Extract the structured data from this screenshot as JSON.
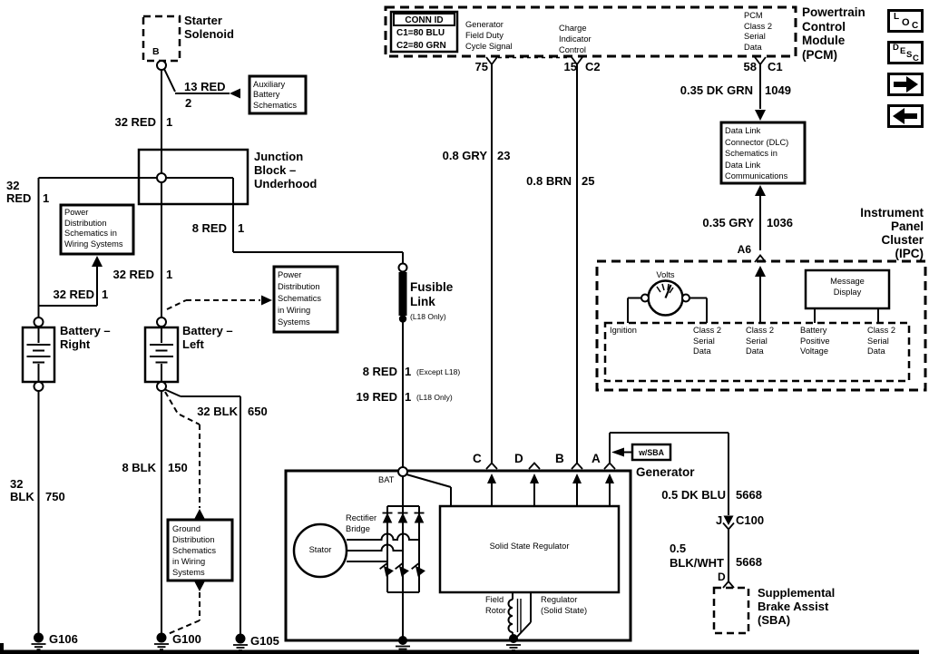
{
  "solenoid": {
    "label": "Starter\nSolenoid",
    "pin_b": "B"
  },
  "junction_block": {
    "label": "Junction\nBlock –\nUnderhood"
  },
  "batteries": {
    "right": "Battery –\nRight",
    "left": "Battery –\nLeft"
  },
  "fusible_link": {
    "label": "Fusible\nLink",
    "note": "(L18 Only)"
  },
  "grounds": {
    "g106": "G106",
    "g100": "G100",
    "g105": "G105"
  },
  "references": {
    "aux_battery": "Auxiliary\nBattery\nSchematics",
    "power_dist_a": "Power\nDistribution\nSchematics in\nWiring Systems",
    "power_dist_b": "Power\nDistribution\nSchematics\nin Wiring\nSystems",
    "ground_dist": "Ground\nDistribution\nSchematics\nin Wiring\nSystems",
    "dlc": "Data Link\nConnector (DLC)\nSchematics in\nData Link\nCommunications"
  },
  "wires": {
    "red13": {
      "label": "13 RED",
      "circuit": "2"
    },
    "red32_solenoid": {
      "label": "32 RED",
      "circuit": "1"
    },
    "red32_right": {
      "label": "32\nRED",
      "circuit": "1"
    },
    "red32_left": {
      "label": "32 RED",
      "circuit": "1"
    },
    "red32_battery": {
      "label": "32 RED",
      "circuit": "1"
    },
    "red8_junction": {
      "label": "8 RED",
      "circuit": "1"
    },
    "red8_generator": {
      "label": "8 RED",
      "circuit": "1",
      "note": "(Except L18)"
    },
    "red19": {
      "label": "19 RED",
      "circuit": "1",
      "note": "(L18 Only)"
    },
    "blk32_650": {
      "label": "32 BLK",
      "circuit": "650"
    },
    "blk8_150": {
      "label": "8 BLK",
      "circuit": "150"
    },
    "blk32_750": {
      "label": "32\nBLK",
      "circuit": "750"
    },
    "gry08": {
      "label": "0.8 GRY",
      "circuit": "23"
    },
    "brn08": {
      "label": "0.8 BRN",
      "circuit": "25"
    },
    "dkgrn035": {
      "label": "0.35 DK GRN",
      "circuit": "1049"
    },
    "gry035": {
      "label": "0.35 GRY",
      "circuit": "1036"
    },
    "dkblu05": {
      "label": "0.5 DK BLU",
      "circuit": "5668"
    },
    "blkwht05": {
      "label": "0.5\nBLK/WHT",
      "circuit": "5668"
    }
  },
  "pcm": {
    "title": "Powertrain\nControl\nModule\n(PCM)",
    "conn_id": {
      "header": "CONN ID",
      "rows": [
        "C1=80 BLU",
        "C2=80 GRN"
      ]
    },
    "signals": {
      "field_duty": "Generator\nField Duty\nCycle Signal",
      "charge_indicator": "Charge\nIndicator\nControl",
      "class2": "PCM\nClass 2\nSerial\nData"
    },
    "pins": {
      "p75": "75",
      "p15": "15",
      "c2": "C2",
      "p58": "58",
      "c1": "C1"
    }
  },
  "ipc": {
    "title": "Instrument\nPanel\nCluster\n(IPC)",
    "gauge": "Volts",
    "message_display": "Message\nDisplay",
    "pin_a6": "A6",
    "pins": [
      "Ignition",
      "Class 2\nSerial\nData",
      "Class 2\nSerial\nData",
      "Battery\nPositive\nVoltage",
      "Class 2\nSerial\nData"
    ]
  },
  "generator": {
    "title": "Generator",
    "bat": "BAT",
    "terminals": [
      "C",
      "D",
      "B",
      "A"
    ],
    "stator": "Stator",
    "rectifier_bridge": "Rectifier\nBridge",
    "solid_state_regulator": "Solid State Regulator",
    "field_rotor": "Field\nRotor",
    "regulator": "Regulator\n(Solid State)",
    "wsba": "w/SBA"
  },
  "sba": {
    "title": "Supplemental\nBrake Assist\n(SBA)",
    "pin_j": "J",
    "conn_c100": "C100",
    "pin_d": "D"
  },
  "toolbar": {
    "loc": [
      "L",
      "O",
      "C"
    ],
    "desc": [
      "D",
      "E",
      "S",
      "C"
    ],
    "icons": {
      "next": "right-arrow",
      "back": "left-arrow"
    }
  }
}
